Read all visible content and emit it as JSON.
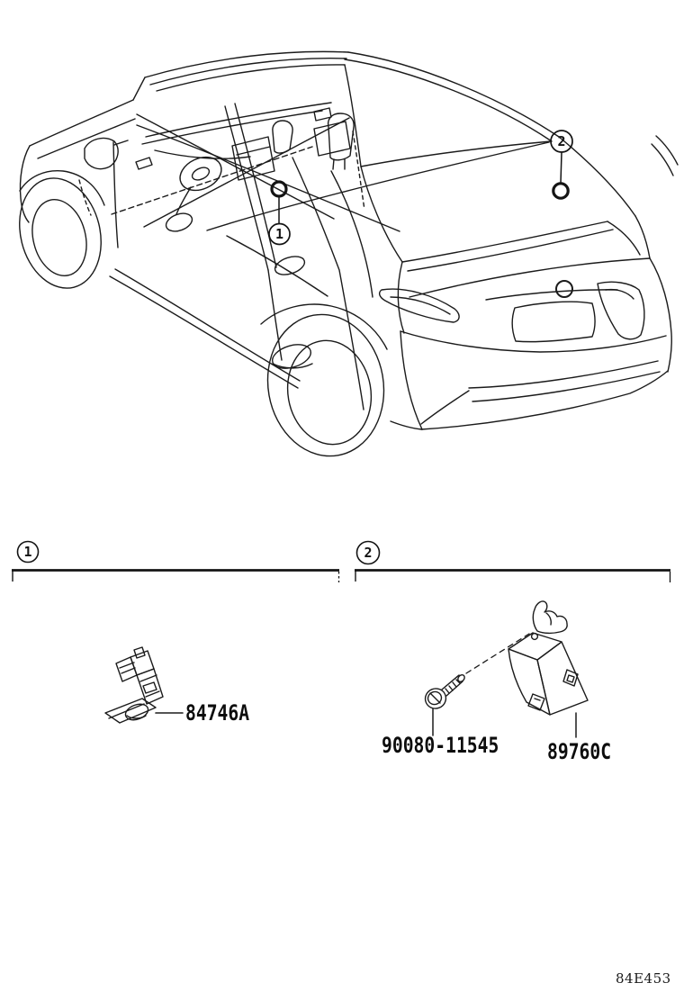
{
  "page": {
    "footer_code": "84E453",
    "colors": {
      "ink": "#1b1b1b",
      "background": "#ffffff"
    }
  },
  "figure": {
    "callouts": [
      {
        "label": "1"
      },
      {
        "label": "2"
      }
    ]
  },
  "sections": [
    {
      "header_label": "1",
      "parts": [
        {
          "part_number": "84746A"
        }
      ]
    },
    {
      "header_label": "2",
      "parts": [
        {
          "part_number": "90080-11545"
        },
        {
          "part_number": "89760C"
        }
      ]
    }
  ]
}
